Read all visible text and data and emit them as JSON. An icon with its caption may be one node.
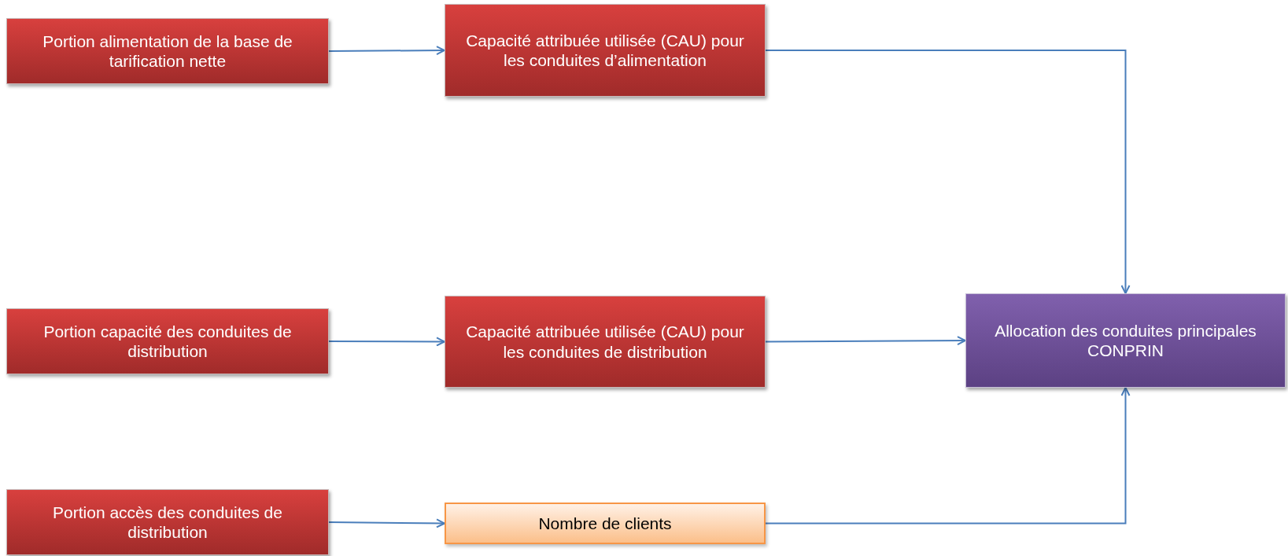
{
  "diagram": {
    "nodes": [
      {
        "text": [
          "Portion alimentation de la base de tarification nette"
        ]
      },
      {
        "text": [
          "Capacité attribuée utilisée (CAU) pour les conduites d’alimentation"
        ]
      },
      {
        "text": [
          "Portion capacité des conduites de distribution"
        ]
      },
      {
        "text": [
          "Capacité attribuée utilisée (CAU) pour les conduites de distribution"
        ]
      },
      {
        "text": [
          "Allocation des conduites principales",
          "CONPRIN"
        ]
      },
      {
        "text": [
          "Portion accès des conduites de distribution"
        ]
      },
      {
        "text": [
          "Nombre de clients"
        ]
      }
    ],
    "edges": [
      {
        "from": 0,
        "to": 1,
        "arrow": "to"
      },
      {
        "from": 1,
        "to": 4,
        "arrow": "to"
      },
      {
        "from": 2,
        "to": 3,
        "arrow": "to"
      },
      {
        "from": 3,
        "to": 4,
        "arrow": "to"
      },
      {
        "from": 5,
        "to": 6,
        "arrow": "to"
      },
      {
        "from": 6,
        "to": 4,
        "arrow": "to"
      }
    ]
  }
}
